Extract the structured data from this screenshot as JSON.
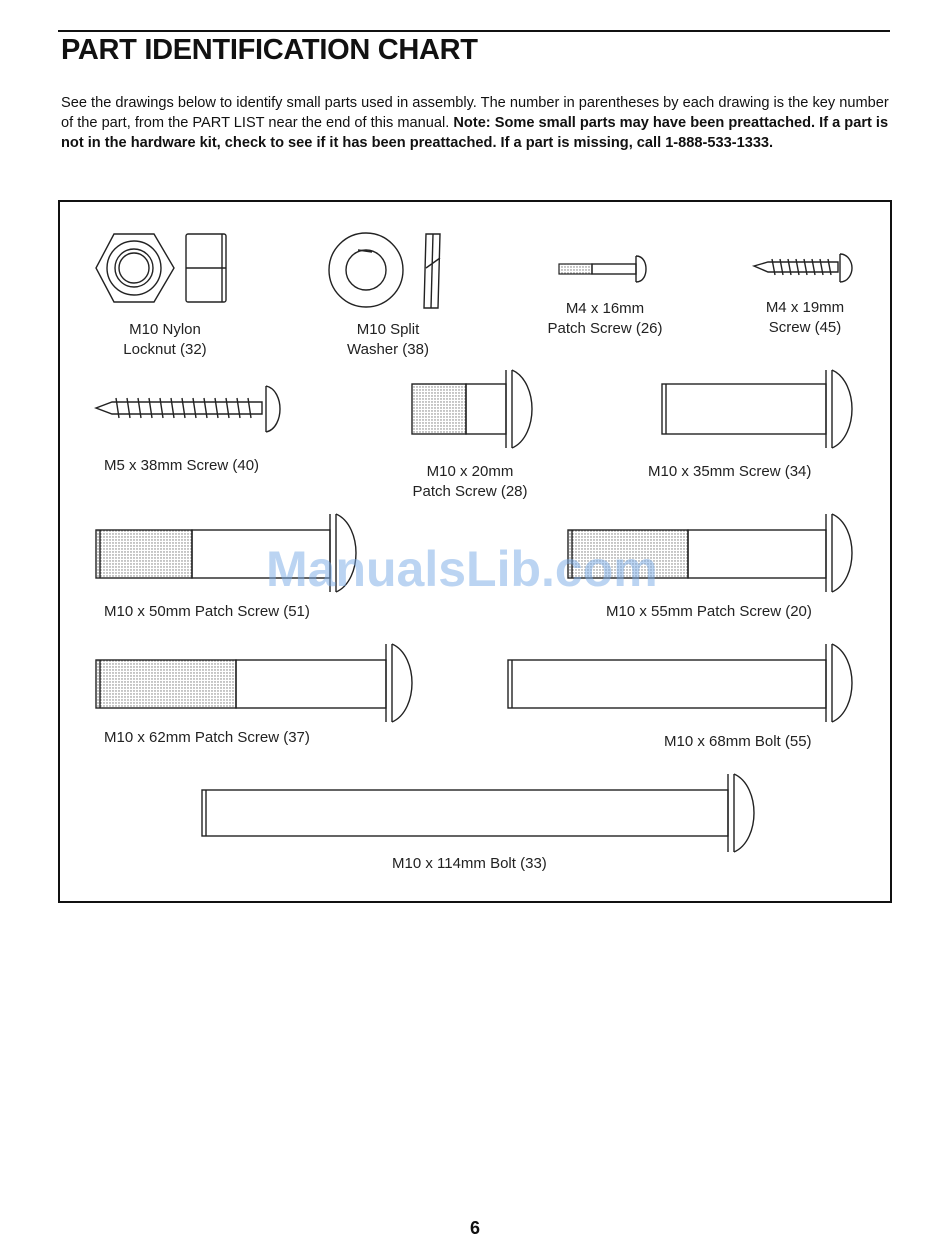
{
  "page": {
    "title": "PART IDENTIFICATION CHART",
    "intro_plain": "See the drawings below to identify small parts used in assembly. The number in parentheses by each drawing is the key number of the part, from the PART LIST near the end of this manual.",
    "intro_bold": "Note: Some small parts may have been preattached. If a part is not in the hardware kit, check to see if it has been preattached. If a part is missing, call 1-888-533-1333.",
    "page_number": "6",
    "watermark": "ManualsLib.com"
  },
  "parts": [
    {
      "line1": "M10 Nylon",
      "line2": "Locknut (32)"
    },
    {
      "line1": "M10 Split",
      "line2": "Washer (38)"
    },
    {
      "line1": "M4 x 16mm",
      "line2": "Patch Screw (26)"
    },
    {
      "line1": "M4 x 19mm",
      "line2": "Screw (45)"
    },
    {
      "line1": "M5 x 38mm Screw (40)"
    },
    {
      "line1": "M10 x 20mm",
      "line2": "Patch Screw (28)"
    },
    {
      "line1": "M10 x 35mm Screw (34)"
    },
    {
      "line1": "M10 x 50mm Patch Screw (51)"
    },
    {
      "line1": "M10 x 55mm Patch Screw (20)"
    },
    {
      "line1": "M10 x 62mm Patch Screw (37)"
    },
    {
      "line1": "M10 x 68mm Bolt (55)"
    },
    {
      "line1": "M10 x 114mm Bolt (33)"
    }
  ],
  "colors": {
    "ink": "#111111",
    "watermark": "#78aae6"
  }
}
